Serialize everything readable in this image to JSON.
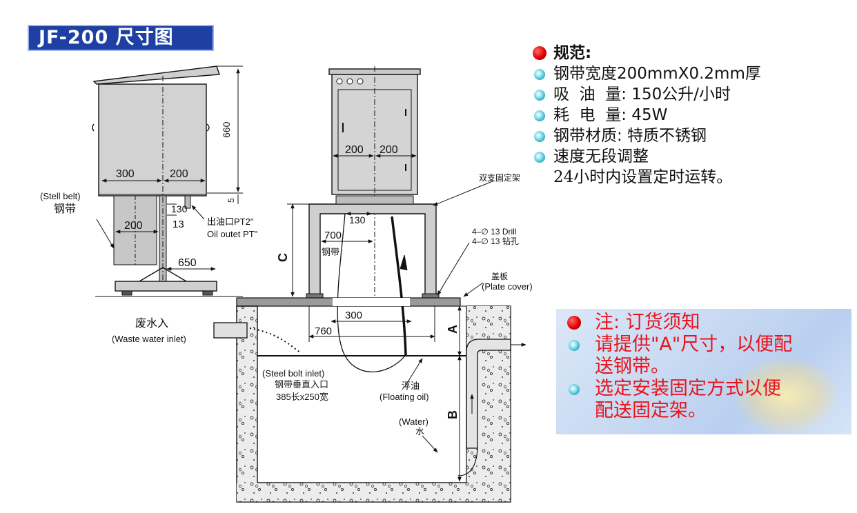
{
  "title": "JF-200 尺寸图",
  "spec": {
    "heading": "规范:",
    "items": [
      "钢带宽度200mmX0.2mm厚",
      "吸  油  量: 150公升/小时",
      "耗  电  量: 45W",
      "钢带材质: 特质不锈钢",
      "速度无段调整"
    ],
    "note": "24小时内设置定时运转。"
  },
  "notice": {
    "heading": "注: 订货须知",
    "item1_line1": "请提供\"A\"尺寸，以便配",
    "item1_line2": "送钢带。",
    "item2_line1": "选定安装固定方式以便",
    "item2_line2": "配送固定架。"
  },
  "labels": {
    "stell_belt_en": "(Stell belt)",
    "stell_belt_cn": "钢带",
    "dim_300_left": "300",
    "dim_200_left": "200",
    "dim_660": "660",
    "dim_5": "5",
    "dim_130_left": "130",
    "dim_13": "13",
    "dim_200_belt": "200",
    "dim_650": "650",
    "oil_outlet_cn": "出油口PT2\"",
    "oil_outlet_en": "Oil outet PT\"",
    "dim_200_front_a": "200",
    "dim_200_front_b": "200",
    "double_bracket": "双支固定架",
    "dim_130_front": "130",
    "dim_700": "700",
    "belt_cn": "钢带",
    "drill_en": "4–∅ 13 Drill",
    "drill_cn": "4–∅ 13 钻孔",
    "label_C": "C",
    "plate_cover_cn": "盖板",
    "plate_cover_en": "(Plate cover)",
    "dim_300_tank": "300",
    "dim_760": "760",
    "label_A": "A",
    "waste_water_cn": "废水入",
    "waste_water_en": "(Waste water inlet)",
    "steel_bolt_en": "(Steel bolt inlet)",
    "steel_bolt_cn": "钢带垂直入口",
    "steel_bolt_size": "385长x250宽",
    "floating_oil_cn": "浮油",
    "floating_oil_en": "(Floating oil)",
    "label_B": "B",
    "water_en": "(Water)",
    "water_cn": "水"
  },
  "colors": {
    "title_bg": "#1e3fa3",
    "notice_text": "#e8141c",
    "cabinet_fill": "#d4d4d4",
    "concrete_fill": "#e9e9e9"
  }
}
